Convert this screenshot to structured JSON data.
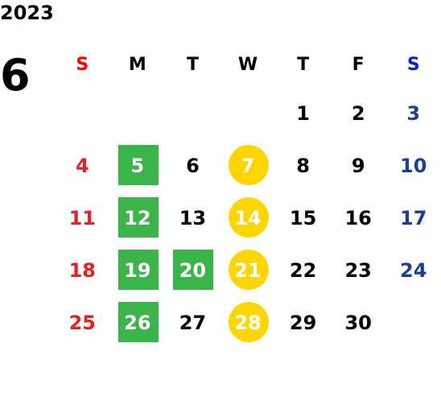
{
  "year": "2023",
  "month": "6",
  "weekdays": [
    {
      "label": "S",
      "kind": "sun"
    },
    {
      "label": "M",
      "kind": ""
    },
    {
      "label": "T",
      "kind": ""
    },
    {
      "label": "W",
      "kind": ""
    },
    {
      "label": "T",
      "kind": ""
    },
    {
      "label": "F",
      "kind": ""
    },
    {
      "label": "S",
      "kind": "sat"
    }
  ],
  "weeks": [
    [
      "",
      "",
      "",
      "",
      "1",
      "2",
      "3"
    ],
    [
      "4",
      "5",
      "6",
      "7",
      "8",
      "9",
      "10"
    ],
    [
      "11",
      "12",
      "13",
      "14",
      "15",
      "16",
      "17"
    ],
    [
      "18",
      "19",
      "20",
      "21",
      "22",
      "23",
      "24"
    ],
    [
      "25",
      "26",
      "27",
      "28",
      "29",
      "30",
      ""
    ]
  ],
  "green_days": [
    "5",
    "12",
    "19",
    "20",
    "26"
  ],
  "yellow_days": [
    "7",
    "14",
    "21",
    "28"
  ],
  "colors": {
    "green": "#3bb54a",
    "yellow": "#ffd500",
    "sunday": "#e02424",
    "saturday": "#1b3f99"
  }
}
